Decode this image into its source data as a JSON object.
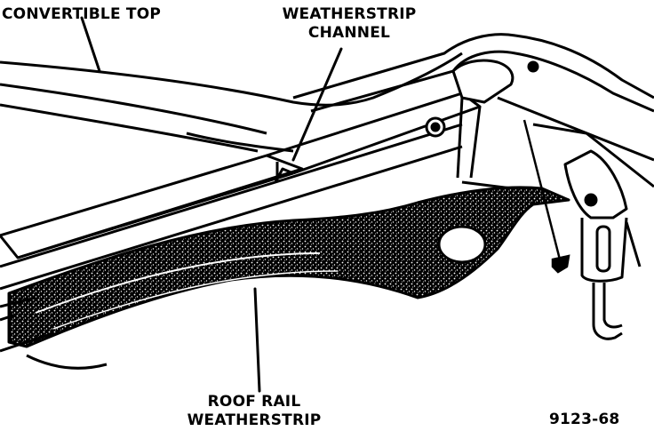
{
  "labels": {
    "convertible_top": "CONVERTIBLE TOP",
    "weatherstrip_channel_line1": "WEATHERSTRIP",
    "weatherstrip_channel_line2": "CHANNEL",
    "roof_rail_line1": "ROOF RAIL",
    "roof_rail_line2": "WEATHERSTRIP",
    "figure_number": "9123-68"
  },
  "colors": {
    "ink": "#000000",
    "paper": "#ffffff"
  }
}
